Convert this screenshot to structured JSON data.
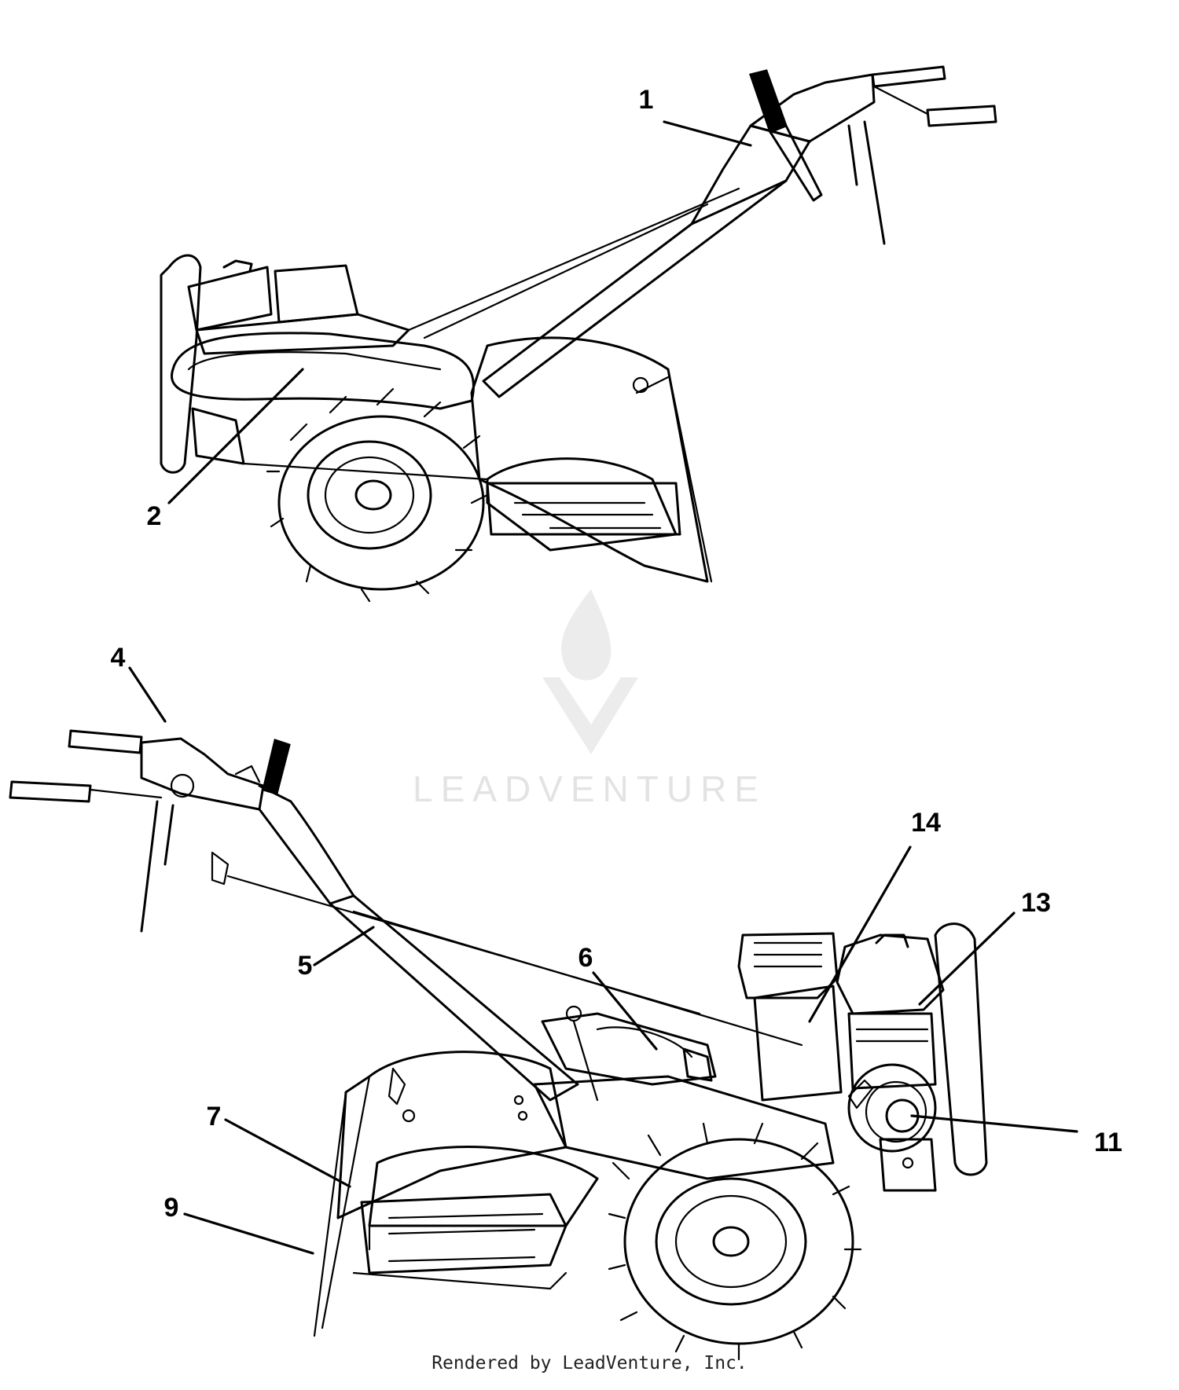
{
  "watermark": {
    "text": "LEADVENTURE",
    "logo_icon": "flame-v-logo-icon"
  },
  "footer": {
    "text": "Rendered by LeadVenture, Inc."
  },
  "views": [
    {
      "name": "upper-tiller-view",
      "callouts": [
        "1",
        "2"
      ]
    },
    {
      "name": "lower-tiller-view",
      "callouts": [
        "4",
        "5",
        "6",
        "7",
        "9",
        "11",
        "13",
        "14"
      ]
    }
  ],
  "callouts": {
    "c1": "1",
    "c2": "2",
    "c4": "4",
    "c5": "5",
    "c6": "6",
    "c7": "7",
    "c9": "9",
    "c11": "11",
    "c13": "13",
    "c14": "14"
  },
  "colors": {
    "line": "#000000",
    "watermark": "#e3e3e3",
    "background": "#ffffff"
  }
}
